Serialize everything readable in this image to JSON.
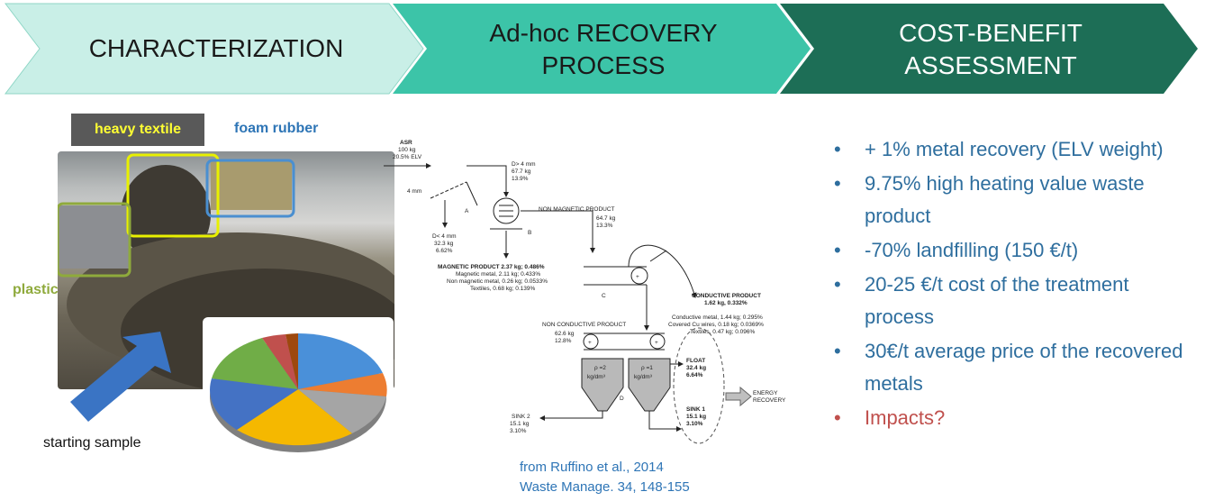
{
  "steps": [
    {
      "line1": "CHARACTERIZATION",
      "line2": ""
    },
    {
      "line1": "Ad-hoc RECOVERY",
      "line2": "PROCESS"
    },
    {
      "line1": "COST-BENEFIT",
      "line2": "ASSESSMENT"
    }
  ],
  "colors": {
    "step1": "#c9efe7",
    "step2": "#3cc4a8",
    "step3": "#1d6e56",
    "bullet_text": "#2e6e9e",
    "impacts": "#c0504d"
  },
  "photo": {
    "heavy_textile": "heavy textile",
    "foam_rubber": "foam rubber",
    "plastic": "plastic",
    "starting_sample": "starting sample"
  },
  "diagram": {
    "asr": "ASR",
    "asr_kg": "100 kg",
    "asr_elv": "20.5% ELV",
    "a_label": "A",
    "b_label": "B",
    "c_label": "C",
    "d_label": "D",
    "screen_mesh": "4 mm",
    "over": "D> 4 mm",
    "over_kg": "67.7 kg",
    "over_pct": "13.9%",
    "under": "D< 4 mm",
    "under_kg": "32.3 kg",
    "under_pct": "6.62%",
    "nonmag": "NON MAGNETIC PRODUCT",
    "nonmag_kg": "64.7 kg",
    "nonmag_pct": "13.3%",
    "mag": "MAGNETIC PRODUCT 2.37 kg; 0.486%",
    "mag_1": "Magnetic metal, 2.11 kg; 0.433%",
    "mag_2": "Non magnetic metal, 0.26 kg; 0.0533%",
    "mag_3": "Textiles, 0.68 kg; 0.139%",
    "cond": "CONDUCTIVE PRODUCT",
    "cond_kg": "1.62 kg, 0.332%",
    "cond_1": "Conductive metal, 1.44 kg; 0.295%",
    "cond_2": "Covered Cu wires, 0.18 kg; 0.0369%",
    "cond_3": "Textiles, 0.47 kg; 0.096%",
    "noncond": "NON CONDUCTIVE PRODUCT",
    "noncond_kg": "62.6 kg",
    "noncond_pct": "12.8%",
    "rho2": "ρ =2",
    "rho1": "ρ =1",
    "rho_unit": "kg/dm³",
    "float": "FLOAT",
    "float_kg": "32.4 kg",
    "float_pct": "6.64%",
    "sink1": "SINK 1",
    "sink1_kg": "15.1 kg",
    "sink1_pct": "3.10%",
    "sink2": "SINK 2",
    "sink2_kg": "15.1 kg",
    "sink2_pct": "3.10%",
    "energy1": "ENERGY",
    "energy2": "RECOVERY"
  },
  "reference": {
    "line1": "from Ruffino et al., 2014",
    "line2": "Waste Manage. 34, 148-155"
  },
  "bullets": [
    {
      "marker": "•",
      "text": "+ 1% metal recovery (ELV weight)"
    },
    {
      "marker": "•",
      "text": "9.75% high heating value waste product"
    },
    {
      "marker": "•",
      "text": "-70% landfilling (150 €/t)"
    },
    {
      "marker": "•",
      "text": "20-25 €/t cost of the treatment process"
    },
    {
      "marker": "•",
      "text": "30€/t average price of the recovered metals"
    },
    {
      "marker": "•",
      "text": "Impacts?"
    }
  ]
}
